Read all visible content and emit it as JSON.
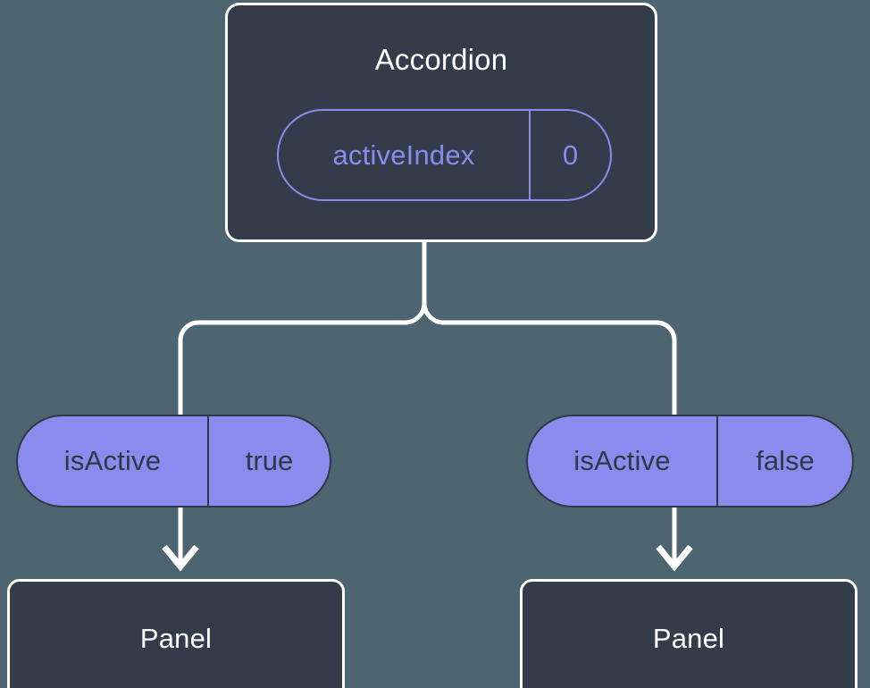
{
  "diagram": {
    "title": "Accordion",
    "background_color": "#4d6570",
    "card_color": "#343c4c",
    "accent_color": "#8b8bee",
    "stroke_color": "#ffffff"
  },
  "accordion": {
    "title": "Accordion",
    "prop": {
      "key": "activeIndex",
      "value": "0"
    }
  },
  "children": [
    {
      "prop": {
        "key": "isActive",
        "value": "true"
      },
      "panel_label": "Panel"
    },
    {
      "prop": {
        "key": "isActive",
        "value": "false"
      },
      "panel_label": "Panel"
    }
  ],
  "icons": {
    "arrow_down": "arrow-down-icon",
    "branch": "branch-connector-icon"
  }
}
